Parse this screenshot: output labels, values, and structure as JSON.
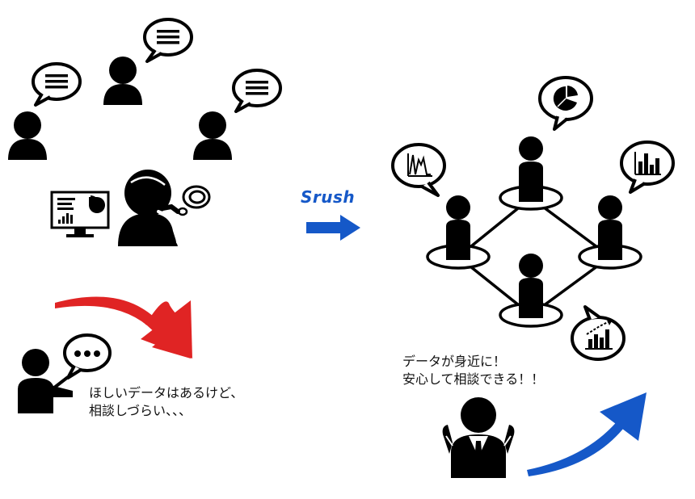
{
  "arrow": {
    "label": "Srush"
  },
  "before_caption": {
    "line1": "ほしいデータはあるけど、",
    "line2": "相談しづらい、、、"
  },
  "after_caption": {
    "line1": "データが身近に！",
    "line2": "安心して相談できる！！"
  },
  "colors": {
    "ink": "#000000",
    "brand_blue": "#1558c8",
    "accent_red": "#e02424",
    "accent_blue": "#1558c8"
  },
  "icons": [
    "person-icon",
    "speech-bubble-icon",
    "thinking-person-icon",
    "monitor-chart-icon",
    "presenter-icon",
    "pie-chart-icon",
    "line-chart-icon",
    "bar-chart-icon",
    "rising-chart-icon",
    "happy-person-icon"
  ]
}
